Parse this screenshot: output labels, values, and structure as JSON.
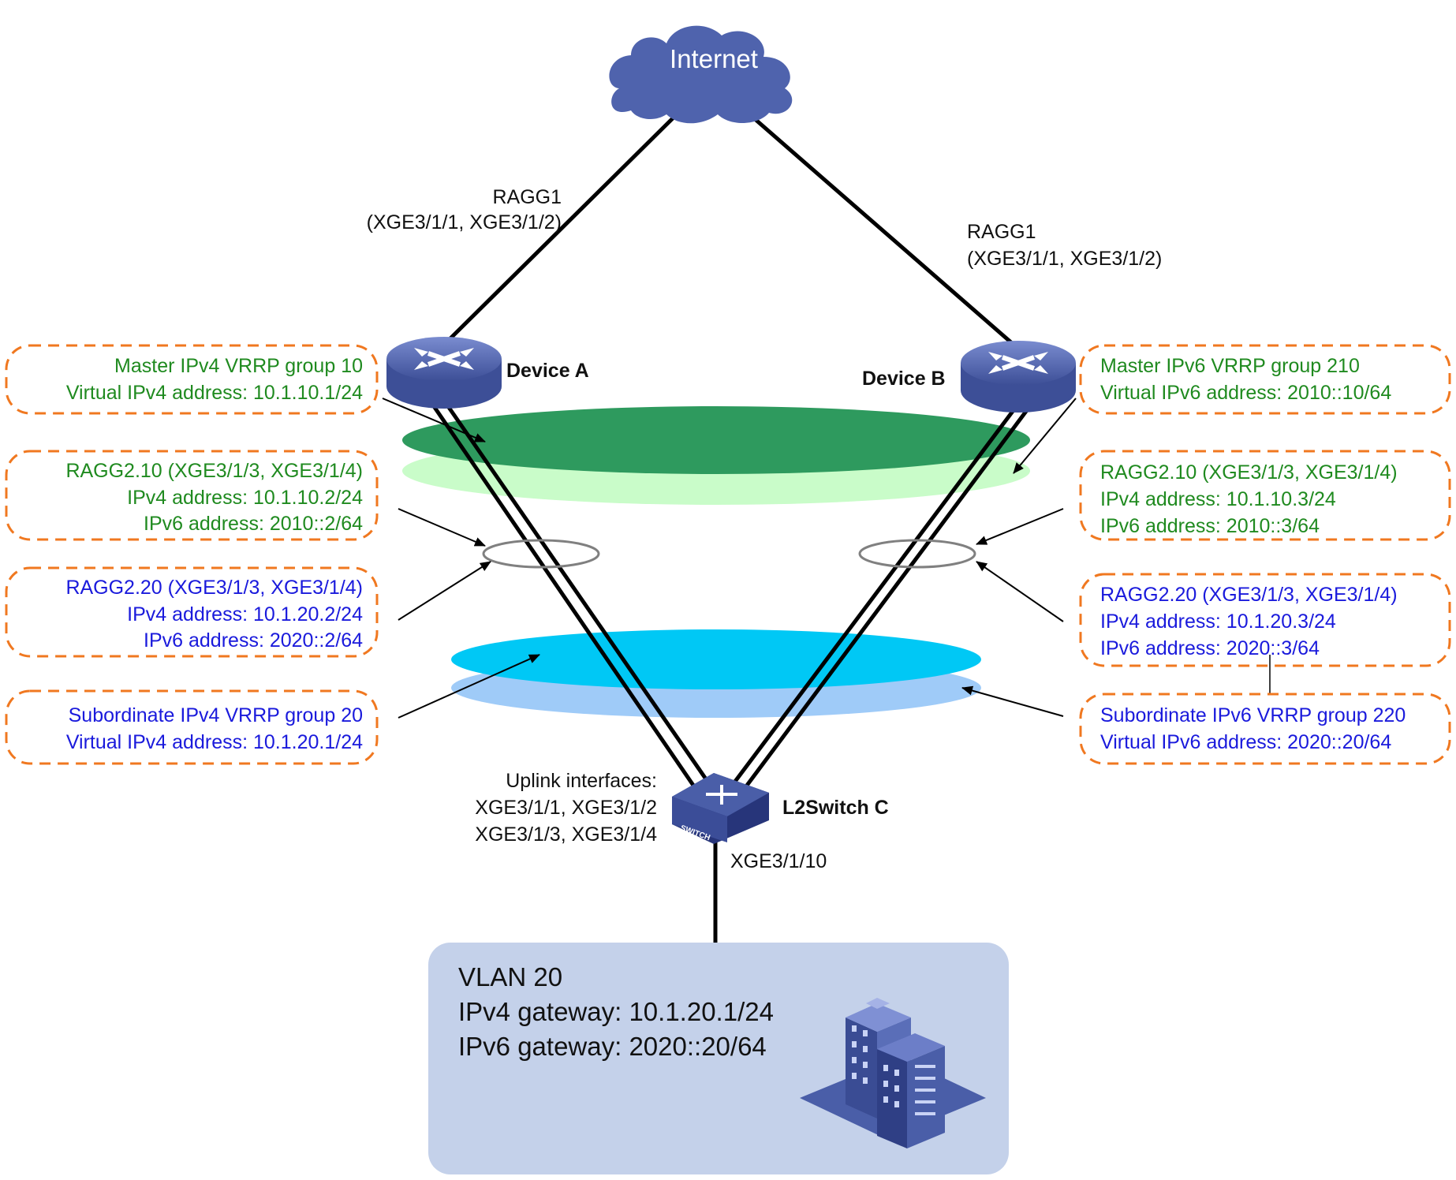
{
  "internet": {
    "label": "Internet"
  },
  "device_a": {
    "name": "Device A",
    "uplink_name": "RAGG1",
    "uplink_ports": "(XGE3/1/1, XGE3/1/2)"
  },
  "device_b": {
    "name": "Device B",
    "uplink_name": "RAGG1",
    "uplink_ports": "(XGE3/1/1, XGE3/1/2)"
  },
  "switch_c": {
    "name": "L2Switch C",
    "uplink_title": "Uplink interfaces:",
    "uplink_line1": "XGE3/1/1, XGE3/1/2",
    "uplink_line2": "XGE3/1/3, XGE3/1/4",
    "downlink": "XGE3/1/10",
    "badge": "SWITCH"
  },
  "left_callouts": [
    {
      "lines": [
        "Master IPv4 VRRP group 10",
        "Virtual IPv4 address: 10.1.10.1/24"
      ],
      "color": "#1f8a1f"
    },
    {
      "lines": [
        "RAGG2.10 (XGE3/1/3, XGE3/1/4)",
        "IPv4 address: 10.1.10.2/24",
        "IPv6 address: 2010::2/64"
      ],
      "color": "#1f8a1f"
    },
    {
      "lines": [
        "RAGG2.20 (XGE3/1/3, XGE3/1/4)",
        "IPv4 address: 10.1.20.2/24",
        "IPv6 address: 2020::2/64"
      ],
      "color": "#1a1adc"
    },
    {
      "lines": [
        "Subordinate IPv4 VRRP group 20",
        "Virtual IPv4 address: 10.1.20.1/24"
      ],
      "color": "#1a1adc"
    }
  ],
  "right_callouts": [
    {
      "lines": [
        "Master IPv6 VRRP group 210",
        "Virtual IPv6 address: 2010::10/64"
      ],
      "color": "#1f8a1f"
    },
    {
      "lines": [
        "RAGG2.10 (XGE3/1/3, XGE3/1/4)",
        "IPv4 address: 10.1.10.3/24",
        "IPv6 address: 2010::3/64"
      ],
      "color": "#1f8a1f"
    },
    {
      "lines": [
        "RAGG2.20 (XGE3/1/3, XGE3/1/4)",
        "IPv4 address: 10.1.20.3/24",
        "IPv6 address: 2020::3/64"
      ],
      "color": "#1a1adc"
    },
    {
      "lines": [
        "Subordinate IPv6 VRRP group 220",
        "Virtual IPv6 address: 2020::20/64"
      ],
      "color": "#1a1adc"
    }
  ],
  "vlan": {
    "name": "VLAN 20",
    "ipv4_gateway": "IPv4 gateway: 10.1.20.1/24",
    "ipv6_gateway": "IPv6 gateway: 2020::20/64"
  },
  "colors": {
    "device_blue": "#4a5ea8",
    "cloud": "#4f63ad",
    "green_dark": "#2e9a5e",
    "green_light": "#c9fcc9",
    "cyan": "#00c8f5",
    "light_blue": "#9fcbf8",
    "vlan_box": "#c4d1ea",
    "callout_border": "#f07820"
  }
}
